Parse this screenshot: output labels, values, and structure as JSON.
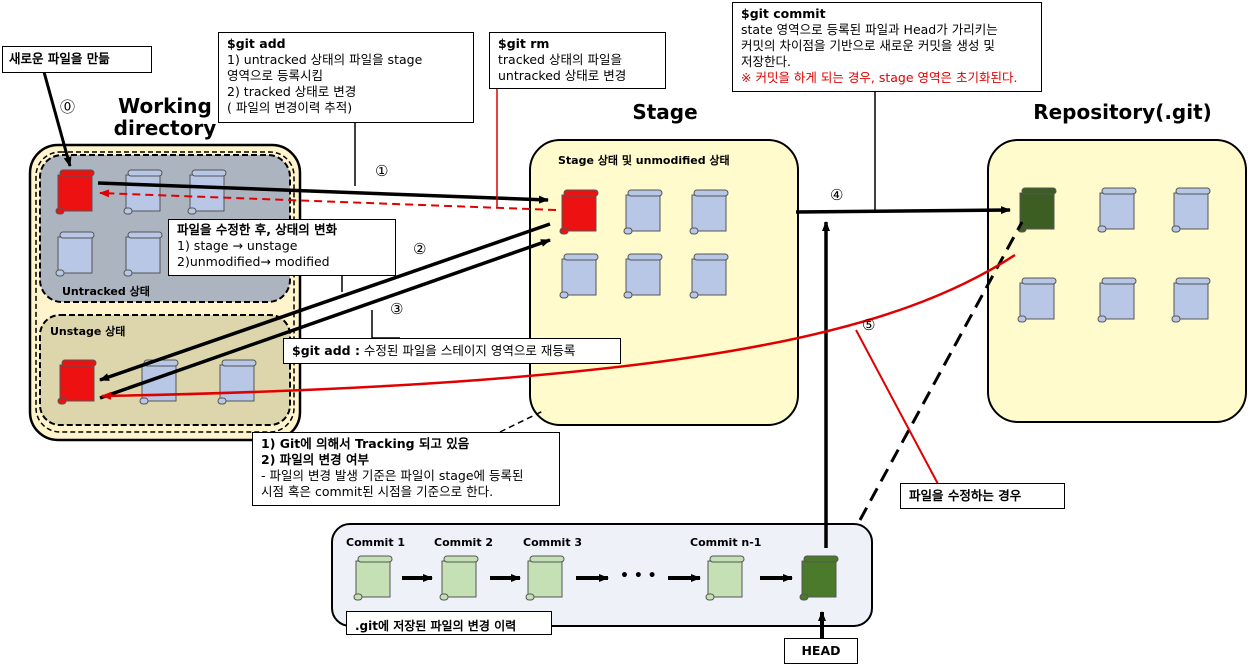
{
  "labels": {
    "new_file": "새로운 파일을 만듦",
    "step0": "⓪",
    "step1": "①",
    "step2": "②",
    "step3": "③",
    "step4": "④",
    "step5": "⑤",
    "working_dir_line1": "Working",
    "working_dir_line2": "directory",
    "stage": "Stage",
    "repository": "Repository(.git)",
    "untracked": "Untracked 상태",
    "unstage": "Unstage 상태",
    "stage_state": "Stage 상태 및 unmodified 상태",
    "head": "HEAD",
    "modify_file": "파일을 수정하는 경우",
    "history": ".git에 저장된 파일의 변경 이력"
  },
  "git_add_box": {
    "title": "$git add",
    "line1": "1) untracked 상태의 파일을 stage",
    "line2": "영역으로 등록시킴",
    "line3": "2) tracked 상태로 변경",
    "line4": "( 파일의 변경이력 추적)"
  },
  "git_rm_box": {
    "title": "$git rm",
    "line1": "tracked 상태의 파일을",
    "line2": "untracked 상태로 변경"
  },
  "git_commit_box": {
    "title": "$git commit",
    "line1": "state 영역으로 등록된 파일과 Head가  가리키는",
    "line2": "커밋의 차이점을 기반으로 새로운 커밋을 생성 및",
    "line3": "저장한다.",
    "note": "※ 커밋을 하게 되는 경우,  stage 영역은 초기화된다."
  },
  "modify_box": {
    "title": "파일을 수정한 후, 상태의 변화",
    "line1": "1) stage  →  unstage",
    "line2": "2)unmodified→  modified"
  },
  "readd_box": {
    "cmd": "$git add :",
    "text": " 수정된 파일을 스테이지 영역으로 재등록"
  },
  "tracking_box": {
    "line1": "1)  Git에 의해서 Tracking 되고 있음",
    "line2": "2)  파일의 변경 여부",
    "line3": "- 파일의 변경 발생 기준은 파일이 stage에  등록된",
    "line4": "시점 혹은 commit된 시점을 기준으로 한다."
  },
  "commits": [
    "Commit 1",
    "Commit 2",
    "Commit 3",
    "Commit n-1"
  ],
  "commit_ellipsis": "• • •",
  "colors": {
    "file_blue": "#b8c7e6",
    "file_red": "#ee1111",
    "file_green_dark": "#3c5e22",
    "file_green_light": "#c5e0b4",
    "panel_yellow": "#fffbcc",
    "panel_gray": "#acb4bf",
    "panel_tan": "#ddd6ad",
    "history_bg": "#eef1f8",
    "arrow_red": "#e00000"
  }
}
